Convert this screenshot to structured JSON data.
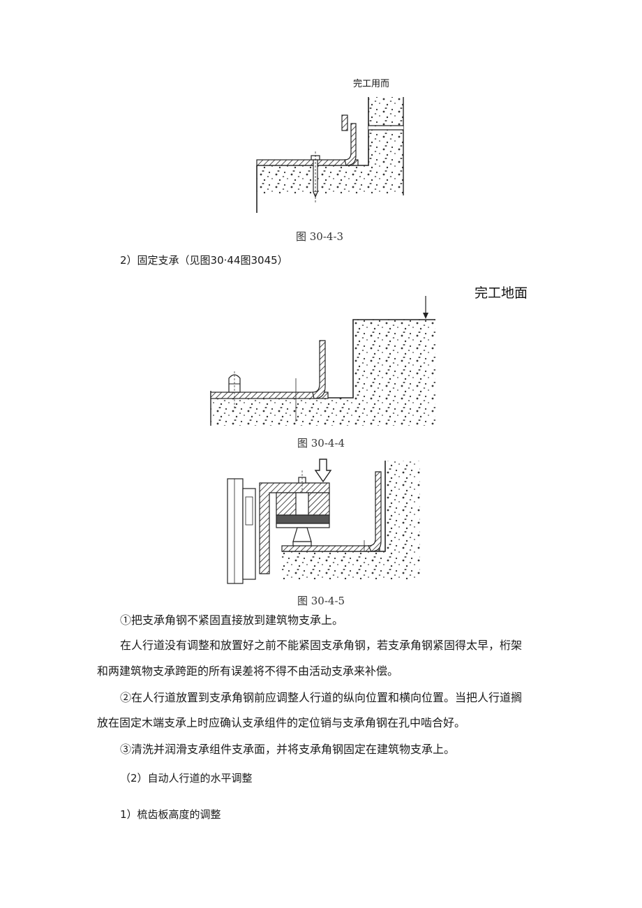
{
  "figure1": {
    "top_label": "完工用而",
    "caption": "图 30-4-3"
  },
  "section_heading_fixed": "2）固定支承（见图30·44图3045）",
  "figure2": {
    "top_label": "完工地面",
    "caption": "图 30-4-4"
  },
  "figure3": {
    "caption": "图 30-4-5"
  },
  "paragraphs": {
    "p1": "①把支承角钢不紧固直接放到建筑物支承上。",
    "p2_line1": "在人行道没有调整和放置好之前不能紧固支承角钢，若支承角钢紧固得太早，桁架",
    "p2_line2": "和两建筑物支承跨距的所有误差将不得不由活动支承来补偿。",
    "p3_line1": "②在人行道放置到支承角钢前应调整人行道的纵向位置和横向位置。当把人行道搁",
    "p3_line2": "放在固定木端支承上时应确认支承组件的定位销与支承角钢在孔中啮合好。",
    "p4": "③清洗并润滑支承组件支承面，并将支承角钢固定在建筑物支承上。"
  },
  "headings": {
    "h_level": "（2）自动人行道的水平调整",
    "h_comb": "1）梳齿板高度的调整"
  }
}
